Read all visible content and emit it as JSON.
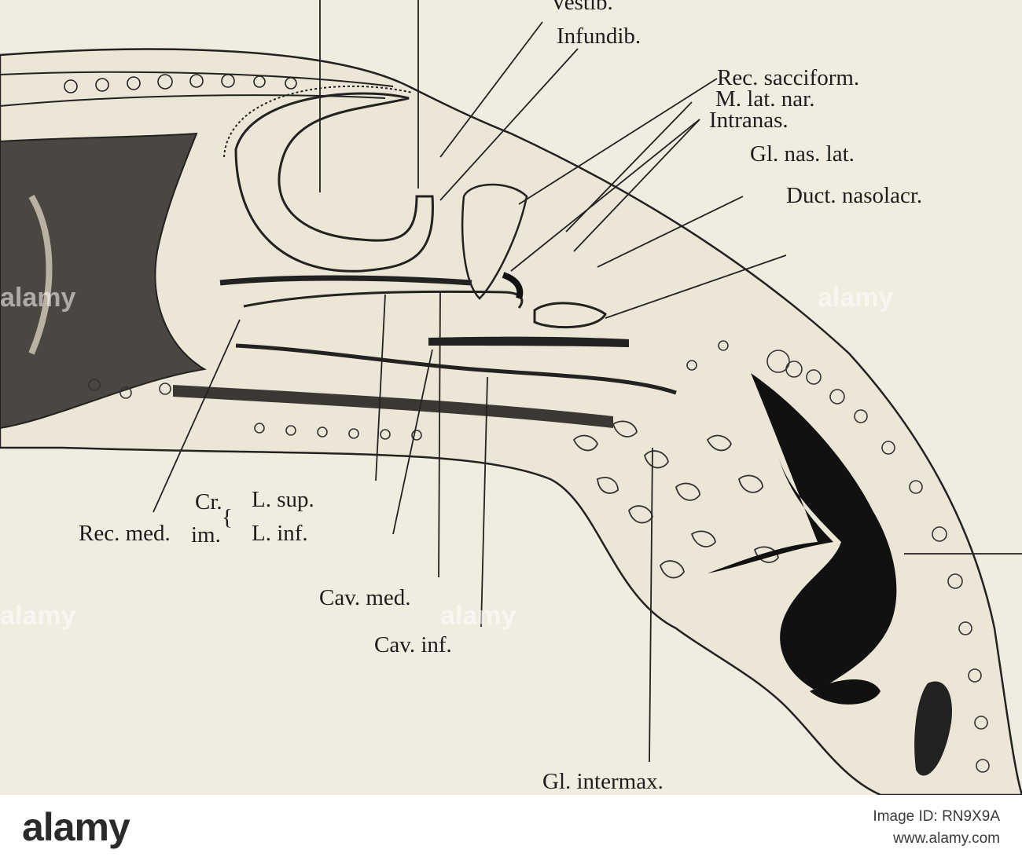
{
  "labels": {
    "vestib": "Vestib.",
    "infundib": "Infundib.",
    "rec_sacciform": "Rec. sacciform.",
    "m_lat_nar": "M. lat. nar.",
    "intranas": "Intranas.",
    "gl_nas_lat": "Gl. nas. lat.",
    "duct_nasolacr": "Duct. nasolacr.",
    "rec_med": "Rec. med.",
    "cr": "Cr.",
    "im": "im.",
    "l_sup": "L. sup.",
    "l_inf": "L. inf.",
    "cav_med": "Cav. med.",
    "cav_inf": "Cav. inf.",
    "gl_intermax": "Gl. intermax."
  },
  "watermark": "alamy",
  "footer": {
    "logo": "alamy",
    "image_id_label": "Image ID: RN9X9A",
    "site": "www.alamy.com"
  }
}
